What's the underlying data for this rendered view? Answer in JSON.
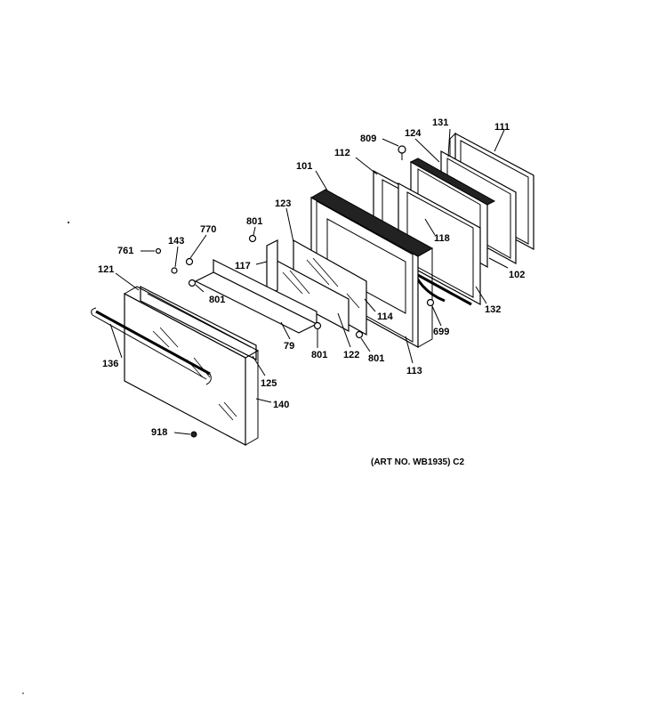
{
  "art_note": "(ART NO. WB1935) C2",
  "callouts": [
    {
      "id": "809",
      "text": "809"
    },
    {
      "id": "131",
      "text": "131"
    },
    {
      "id": "111",
      "text": "111"
    },
    {
      "id": "124",
      "text": "124"
    },
    {
      "id": "112",
      "text": "112"
    },
    {
      "id": "101",
      "text": "101"
    },
    {
      "id": "123",
      "text": "123"
    },
    {
      "id": "801a",
      "text": "801"
    },
    {
      "id": "770",
      "text": "770"
    },
    {
      "id": "143",
      "text": "143"
    },
    {
      "id": "761",
      "text": "761"
    },
    {
      "id": "121",
      "text": "121"
    },
    {
      "id": "117",
      "text": "117"
    },
    {
      "id": "801b",
      "text": "801"
    },
    {
      "id": "118",
      "text": "118"
    },
    {
      "id": "102",
      "text": "102"
    },
    {
      "id": "132",
      "text": "132"
    },
    {
      "id": "114",
      "text": "114"
    },
    {
      "id": "699",
      "text": "699"
    },
    {
      "id": "79",
      "text": "79"
    },
    {
      "id": "801c",
      "text": "801"
    },
    {
      "id": "122",
      "text": "122"
    },
    {
      "id": "801d",
      "text": "801"
    },
    {
      "id": "136",
      "text": "136"
    },
    {
      "id": "125",
      "text": "125"
    },
    {
      "id": "113",
      "text": "113"
    },
    {
      "id": "140",
      "text": "140"
    },
    {
      "id": "918",
      "text": "918"
    }
  ]
}
